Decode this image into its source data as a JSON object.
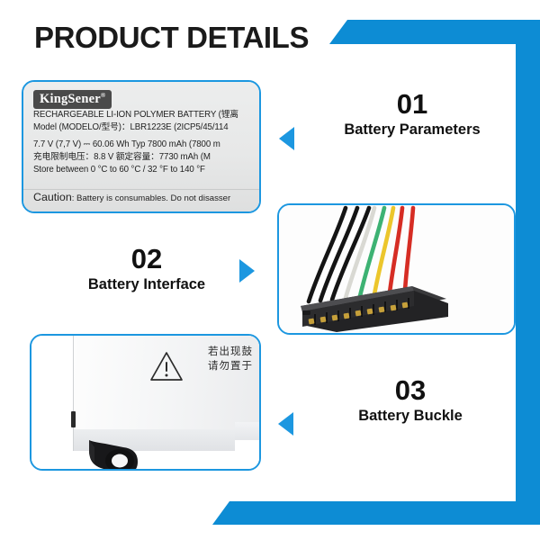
{
  "page": {
    "title": "PRODUCT DETAILS",
    "accent_blue": "#0d8cd4",
    "panel_border_blue": "#1c97e0"
  },
  "battery_label": {
    "brand": "KingSener",
    "brand_mark": "®",
    "line_chemistry": "RECHARGEABLE LI-ION  POLYMER BATTERY (锂离",
    "line_model": "Model (MODELO/型号)：LBR1223E  (2ICP5/45/114",
    "line_voltage": "7.7 V (7,7 V) ⎓ 60.06 Wh  Typ 7800 mAh (7800 m",
    "line_charge_cn": "充电限制电压：8.8 V     额定容量：7730 mAh (M",
    "line_storage": "Store between  0 °C to 60 °C / 32 °F to 140 °F",
    "caution_lead": "Caution",
    "caution_text": ": Battery is consumables. Do not disasser"
  },
  "buckle_panel": {
    "warning_icon": "warning-triangle-icon",
    "cn_line_1": "若出现鼓",
    "cn_line_2": "请勿置于"
  },
  "connector_panel": {
    "wire_colors": [
      "#111111",
      "#111111",
      "#111111",
      "#d8d8d2",
      "#35b06a",
      "#e8c328",
      "#d52b22",
      "#d52b22"
    ],
    "housing_color": "#2b2b2d",
    "pin_color": "#c9a23a"
  },
  "steps": [
    {
      "number": "01",
      "title": "Battery Parameters",
      "arrow": "triangle-left-icon"
    },
    {
      "number": "02",
      "title": "Battery Interface",
      "arrow": "triangle-right-icon"
    },
    {
      "number": "03",
      "title": "Battery Buckle",
      "arrow": "triangle-left-icon"
    }
  ]
}
